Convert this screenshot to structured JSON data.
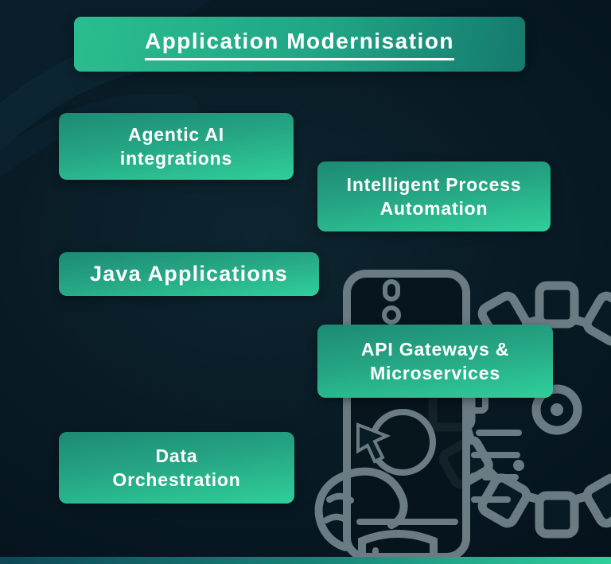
{
  "banner": {
    "title": "Application Modernisation"
  },
  "cards": [
    {
      "id": "agentic-ai",
      "lines": [
        "Agentic AI",
        "integrations"
      ]
    },
    {
      "id": "intelligent-process-automation",
      "lines": [
        "Intelligent Process",
        "Automation"
      ]
    },
    {
      "id": "java-applications",
      "lines": [
        "Java Applications"
      ]
    },
    {
      "id": "api-gateways-microservices",
      "lines": [
        "API Gateways &",
        "Microservices"
      ]
    },
    {
      "id": "data-orchestration",
      "lines": [
        "Data",
        "Orchestration"
      ]
    }
  ],
  "colors": {
    "background": "#081a24",
    "card_gradient_top": "#1d8a74",
    "card_gradient_bottom": "#30cf9b",
    "banner_gradient_left": "#2abd8f",
    "banner_gradient_right": "#157a6d",
    "text": "#ffffff",
    "line_art": "#6b7b84",
    "bottom_bar_left": "#0e4656",
    "bottom_bar_right": "#2fd09c"
  },
  "decorations": {
    "icons": [
      "gear-icon",
      "hand-holding-phone-icon",
      "cursor-icon",
      "circuit-lines-icon",
      "swirl-decoration"
    ]
  }
}
